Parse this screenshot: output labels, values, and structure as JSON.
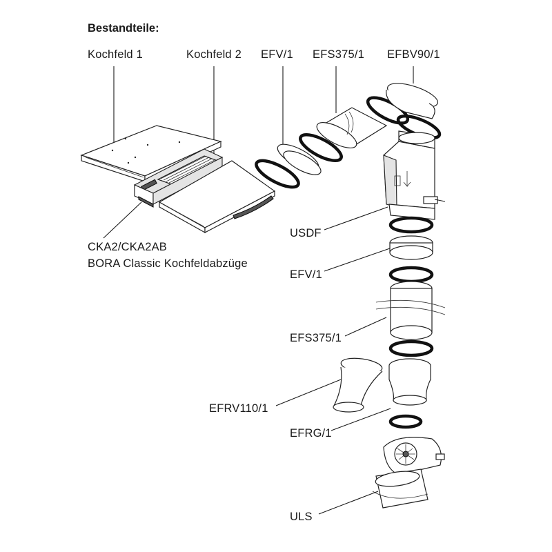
{
  "heading": "Bestandteile:",
  "labels": {
    "kochfeld1": "Kochfeld 1",
    "kochfeld2": "Kochfeld 2",
    "efv_top": "EFV/1",
    "efs_top": "EFS375/1",
    "efbv": "EFBV90/1",
    "cka": "CKA2/CKA2AB",
    "bora": "BORA Classic Kochfeldabzüge",
    "usdf": "USDF",
    "efv_mid": "EFV/1",
    "efs_mid": "EFS375/1",
    "efrv": "EFRV110/1",
    "efrg": "EFRG/1",
    "uls": "ULS"
  }
}
